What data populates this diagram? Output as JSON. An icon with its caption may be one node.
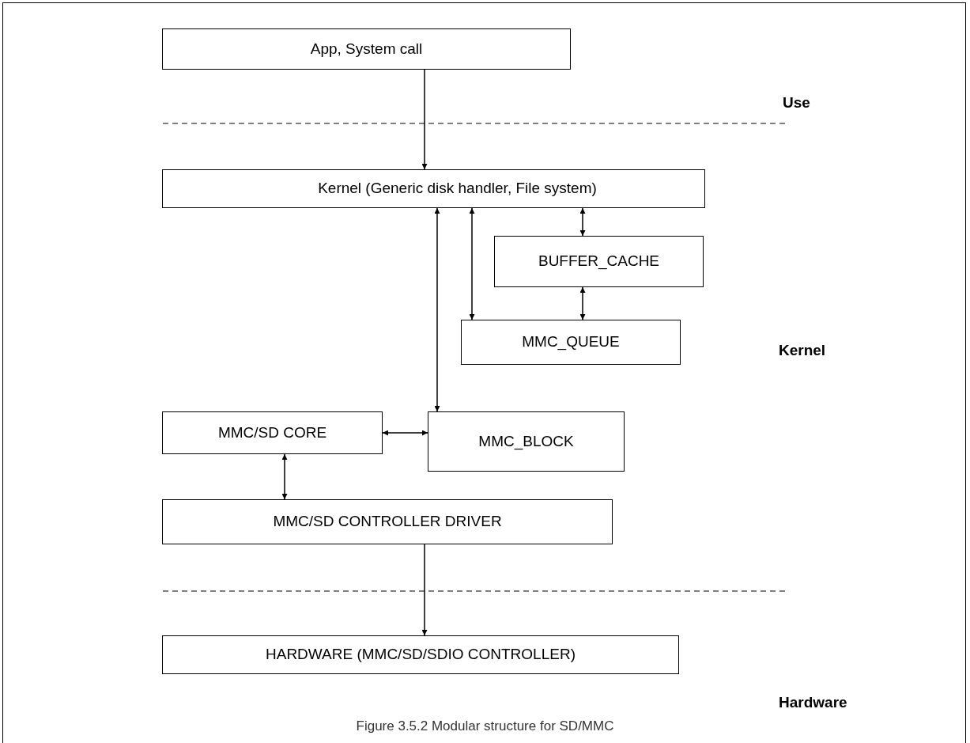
{
  "diagram": {
    "caption": "Figure 3.5.2 Modular structure for SD/MMC",
    "nodes": [
      {
        "text": [
          "App, System call"
        ]
      },
      {
        "text": [
          "Kernel (Generic disk handler, File system)"
        ]
      },
      {
        "text": [
          "BUFFER_CACHE"
        ]
      },
      {
        "text": [
          "MMC_QUEUE"
        ]
      },
      {
        "text": [
          "MMC/SD CORE"
        ]
      },
      {
        "text": [
          "MMC_BLOCK"
        ]
      },
      {
        "text": [
          "MMC/SD CONTROLLER DRIVER"
        ]
      },
      {
        "text": [
          "HARDWARE (MMC/SD/SDIO CONTROLLER)"
        ]
      }
    ],
    "edges": [
      {
        "from": 0,
        "to": 1,
        "arrow": "to"
      },
      {
        "from": 1,
        "to": 5,
        "arrow": "both"
      },
      {
        "from": 1,
        "to": 3,
        "arrow": "both"
      },
      {
        "from": 1,
        "to": 2,
        "arrow": "both"
      },
      {
        "from": 2,
        "to": 3,
        "arrow": "both"
      },
      {
        "from": 4,
        "to": 5,
        "arrow": "both"
      },
      {
        "from": 4,
        "to": 6,
        "arrow": "both"
      },
      {
        "from": 6,
        "to": 7,
        "arrow": "to"
      }
    ],
    "labels": [
      "Use",
      "Kernel",
      "Hardware"
    ]
  }
}
